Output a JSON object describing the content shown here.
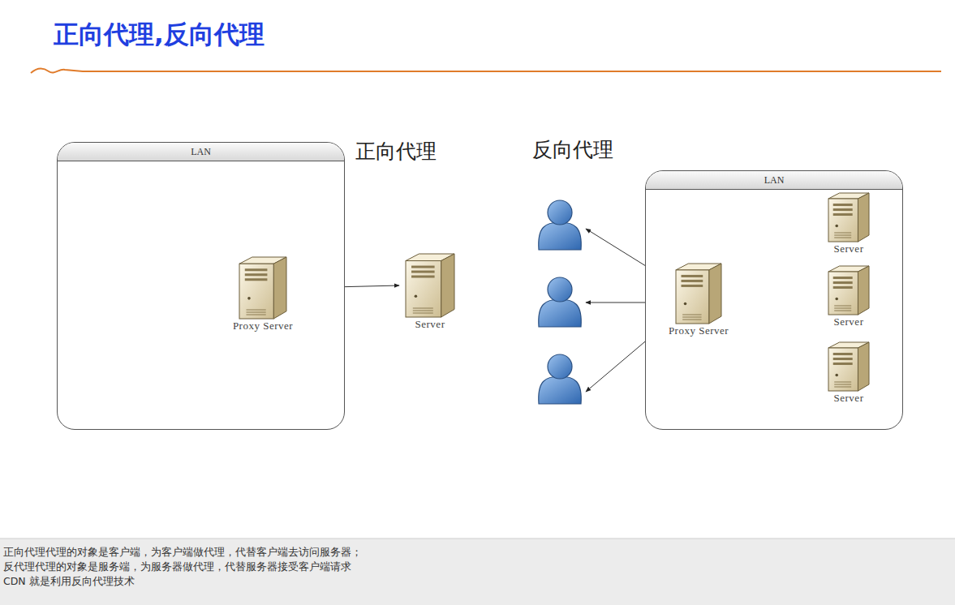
{
  "diagram": {
    "title": "正向代理,反向代理",
    "nodes": [
      {
        "text": [
          "LAN"
        ]
      },
      {
        "text": [
          "Proxy Server"
        ],
        "in": 0
      },
      {
        "text": [
          "Server"
        ]
      },
      {
        "text": [
          "LAN"
        ]
      },
      {
        "text": [
          "Proxy Server"
        ],
        "in": 3
      },
      {
        "text": [
          "Server"
        ],
        "in": 3
      },
      {
        "text": [
          "Server"
        ],
        "in": 3
      },
      {
        "text": [
          "Server"
        ],
        "in": 3
      }
    ],
    "edges": [
      {
        "from": 1,
        "to": 2,
        "arrow": "both"
      },
      {
        "from": 4,
        "to": 5,
        "arrow": "both"
      },
      {
        "from": 4,
        "to": 6,
        "arrow": "both"
      },
      {
        "from": 4,
        "to": 7,
        "arrow": "both"
      }
    ],
    "labels": [
      "正向代理",
      "反向代理",
      "正向代理代理的对象是客户端，为客户端做代理，代替客户端去访问服务器；",
      "反代理代理的对象是服务端，为服务器做代理，代替服务器接受客户端请求",
      "CDN 就是利用反向代理技术"
    ]
  }
}
